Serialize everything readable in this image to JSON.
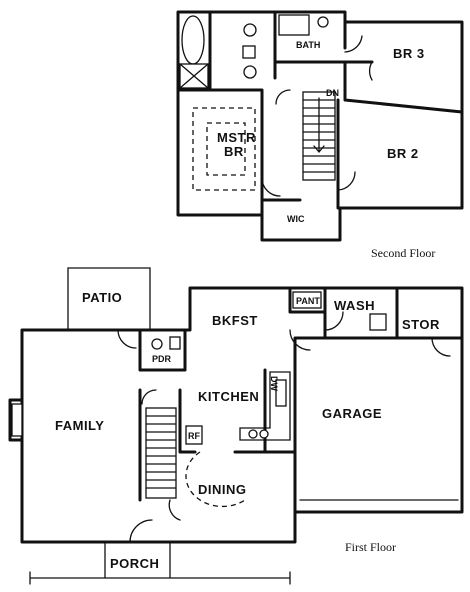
{
  "second_floor": {
    "caption": "Second Floor",
    "rooms": {
      "bath": "BATH",
      "br3": "BR 3",
      "mstr_line1": "MSTR",
      "mstr_line2": "BR",
      "br2": "BR 2",
      "wic": "WIC",
      "dn": "DN"
    }
  },
  "first_floor": {
    "caption": "First Floor",
    "rooms": {
      "patio": "PATIO",
      "bkfst": "BKFST",
      "pant": "PANT",
      "wash": "WASH",
      "stor": "STOR",
      "pdr": "PDR",
      "kitchen": "KITCHEN",
      "family": "FAMILY",
      "garage": "GARAGE",
      "dining": "DINING",
      "porch": "PORCH",
      "rf": "RF",
      "dw": "DW"
    }
  }
}
